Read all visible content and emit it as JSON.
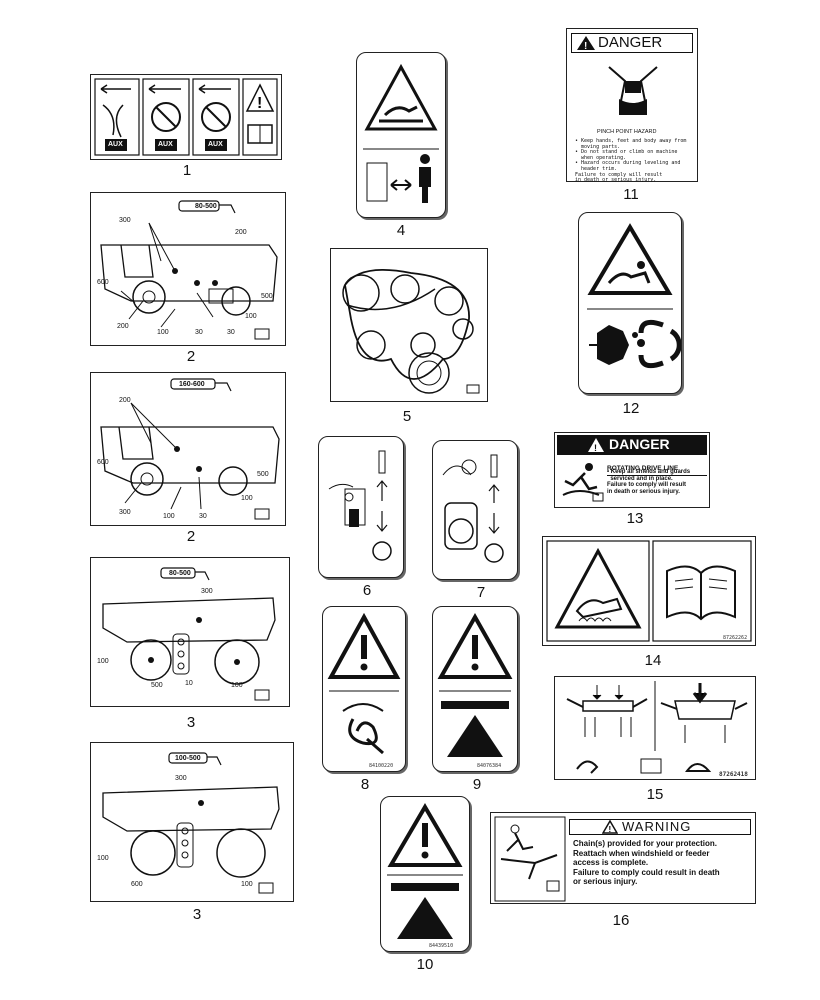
{
  "callouts": {
    "n1": "1",
    "n2a": "2",
    "n2b": "2",
    "n3a": "3",
    "n3b": "3",
    "n4": "4",
    "n5": "5",
    "n6": "6",
    "n7": "7",
    "n8": "8",
    "n9": "9",
    "n10": "10",
    "n11": "11",
    "n12": "12",
    "n13": "13",
    "n14": "14",
    "n15": "15",
    "n16": "16"
  },
  "decal1": {
    "aux1": "AUX",
    "aux2": "AUX",
    "aux3": "AUX"
  },
  "decal2a": {
    "range": "80-500",
    "l300": "300",
    "l200": "200",
    "l600": "600",
    "l500": "500",
    "l100a": "100",
    "l100b": "100",
    "l30a": "30",
    "l30b": "30",
    "l200b": "200"
  },
  "decal2b": {
    "range": "160-600",
    "l200": "200",
    "l600": "600",
    "l500": "500",
    "l300": "300",
    "l100a": "100",
    "l100b": "100",
    "l30": "30"
  },
  "decal3a": {
    "range": "80-500",
    "l300": "300",
    "l100": "100",
    "l500": "500",
    "l10": "10",
    "l100b": "100"
  },
  "decal3b": {
    "range": "100-500",
    "l300": "300",
    "l100": "100",
    "l600": "600",
    "l100b": "100"
  },
  "decal8": {
    "code": "84100220"
  },
  "decal9": {
    "code": "84076384"
  },
  "decal10": {
    "code": "84439510"
  },
  "decal11": {
    "header": "DANGER",
    "subheader": "PINCH POINT HAZARD",
    "lines": [
      "• Keep hands, feet and body away from",
      "  moving parts.",
      "• Do not stand or climb on machine",
      "  when operating.",
      "• Hazard occurs during leveling and",
      "  header trim.",
      "Failure to comply will result",
      "in death or serious injury."
    ]
  },
  "decal13": {
    "header": "DANGER",
    "title": "ROTATING DRIVE LINE",
    "line1": "• Keep all shields and guards",
    "line2": "  serviced and in place.",
    "line3": "Failure to comply will result",
    "line4": "in death or serious injury."
  },
  "decal14": {
    "code": "87262262"
  },
  "decal15": {
    "code": "87262418"
  },
  "decal16": {
    "header": "WARNING",
    "line1": "Chain(s) provided for your protection.",
    "line2": "Reattach when windshield or feeder",
    "line3": "access is complete.",
    "line4": "Failure to comply could result in death",
    "line5": "or serious injury."
  },
  "colors": {
    "ink": "#111111",
    "paper": "#ffffff"
  }
}
